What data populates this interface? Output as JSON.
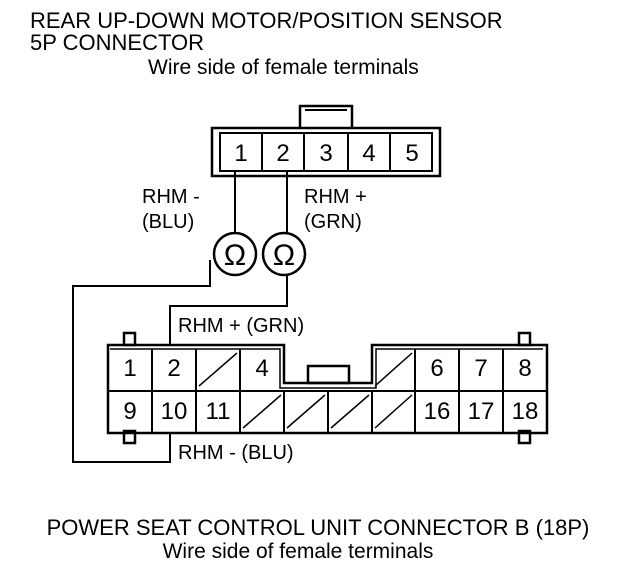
{
  "sensor_connector": {
    "title_line1": "REAR UP-DOWN MOTOR/POSITION SENSOR",
    "title_line2": "5P CONNECTOR",
    "subtitle": "Wire side of female terminals",
    "terminals": [
      "1",
      "2",
      "3",
      "4",
      "5"
    ]
  },
  "meter": {
    "probe_left_symbol": "Ω",
    "probe_right_symbol": "Ω"
  },
  "wire_labels": {
    "top_left_line1": "RHM -",
    "top_left_line2": "(BLU)",
    "top_right_line1": "RHM +",
    "top_right_line2": "(GRN)",
    "unit_upper": "RHM +  (GRN)",
    "unit_lower": "RHM -   (BLU)"
  },
  "control_unit_connector": {
    "title": "POWER SEAT CONTROL UNIT CONNECTOR B (18P)",
    "subtitle": "Wire side of female terminals",
    "top_row_terminals": [
      "1",
      "2",
      "4",
      "6",
      "7",
      "8"
    ],
    "bottom_row_terminals": [
      "9",
      "10",
      "11",
      "16",
      "17",
      "18"
    ]
  }
}
